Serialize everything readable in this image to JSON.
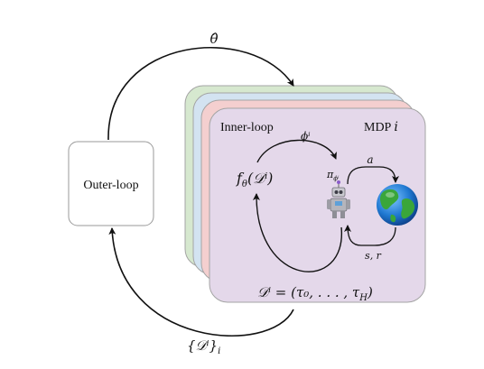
{
  "labels": {
    "theta_hat": "θ̂",
    "outer_loop": "Outer-loop",
    "inner_loop": "Inner-loop",
    "mdp_prefix": "MDP ",
    "mdp_index": "i",
    "phi_i": "ϕⁱ",
    "f_theta": "f",
    "f_theta_sub": "θ",
    "f_theta_arg": "(𝒟ⁱ)",
    "pi_label": "π",
    "pi_sub": "ϕⁱ",
    "action": "a",
    "state_reward": "s, r",
    "dataset": "𝒟ⁱ = (τ₀, . . . , τ",
    "dataset_end": "H",
    "dataset_close": ")",
    "dataset_set": "{𝒟ⁱ}",
    "dataset_set_sub": "i"
  },
  "icons": {
    "agent": "robot-icon",
    "environment": "earth-globe-icon"
  },
  "colors": {
    "stack_green": "#d6e8cf",
    "stack_blue": "#d3e3f1",
    "stack_red": "#f4cfcf",
    "stack_purple": "#e4d8ea",
    "stroke": "#a4a4a4",
    "arrow": "#111111"
  }
}
